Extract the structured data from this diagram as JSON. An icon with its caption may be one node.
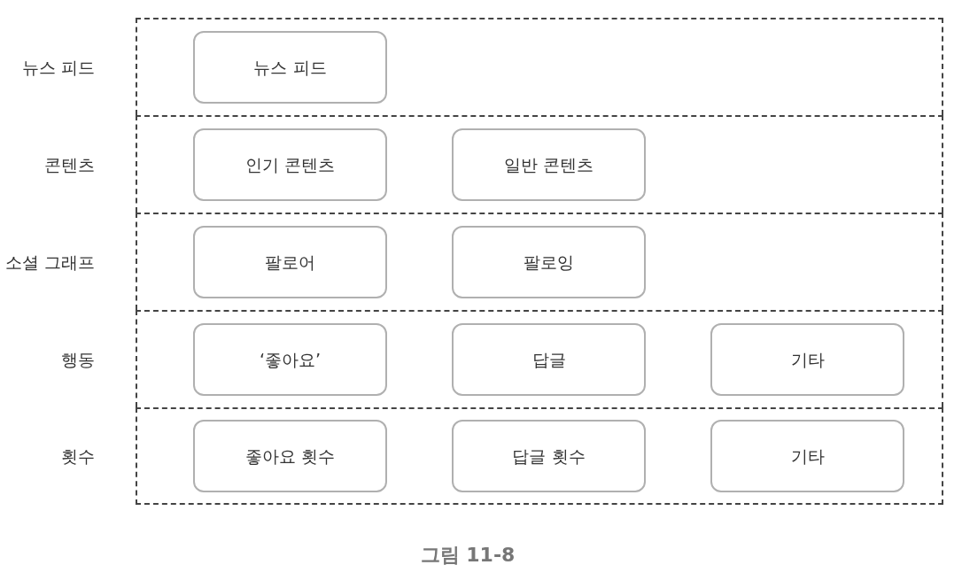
{
  "diagram": {
    "nodes": [
      {
        "text": [
          "뉴스 피드"
        ]
      },
      {
        "text": [
          "뉴스 피드"
        ],
        "in": 0
      },
      {
        "text": [
          "콘텐츠"
        ]
      },
      {
        "text": [
          "인기 콘텐츠"
        ],
        "in": 2
      },
      {
        "text": [
          "일반 콘텐츠"
        ],
        "in": 2
      },
      {
        "text": [
          "소셜 그래프"
        ]
      },
      {
        "text": [
          "팔로어"
        ],
        "in": 5
      },
      {
        "text": [
          "팔로잉"
        ],
        "in": 5
      },
      {
        "text": [
          "행동"
        ]
      },
      {
        "text": [
          "‘좋아요’"
        ],
        "in": 8
      },
      {
        "text": [
          "답글"
        ],
        "in": 8
      },
      {
        "text": [
          "기타"
        ],
        "in": 8
      },
      {
        "text": [
          "횟수"
        ]
      },
      {
        "text": [
          "좋아요 횟수"
        ],
        "in": 12
      },
      {
        "text": [
          "답글 횟수"
        ],
        "in": 12
      },
      {
        "text": [
          "기타"
        ],
        "in": 12
      }
    ],
    "caption": "그림 11-8"
  }
}
